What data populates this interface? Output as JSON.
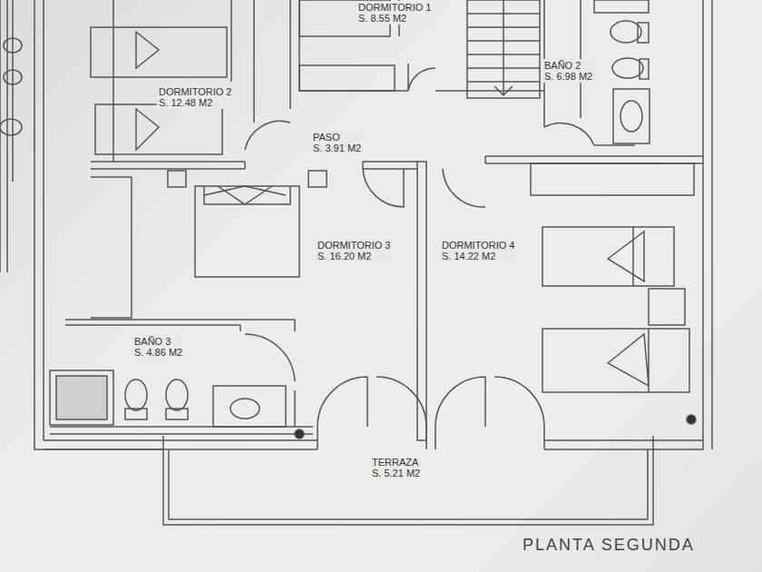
{
  "diagram": {
    "nodes": [
      {
        "text": [
          "DORMITORIO 1",
          "S. 8.55 M2"
        ]
      },
      {
        "text": [
          "BAÑO 2",
          "S. 6.98 M2"
        ]
      },
      {
        "text": [
          "DORMITORIO 2",
          "S. 12.48 M2"
        ]
      },
      {
        "text": [
          "PASO",
          "S. 3.91 M2"
        ]
      },
      {
        "text": [
          "DORMITORIO 3",
          "S. 16.20 M2"
        ]
      },
      {
        "text": [
          "DORMITORIO 4",
          "S. 14.22 M2"
        ]
      },
      {
        "text": [
          "BAÑO 3",
          "S. 4.86 M2"
        ]
      },
      {
        "text": [
          "TERRAZA",
          "S. 5.21 M2"
        ]
      }
    ],
    "labels": [
      "PLANTA SEGUNDA"
    ]
  }
}
